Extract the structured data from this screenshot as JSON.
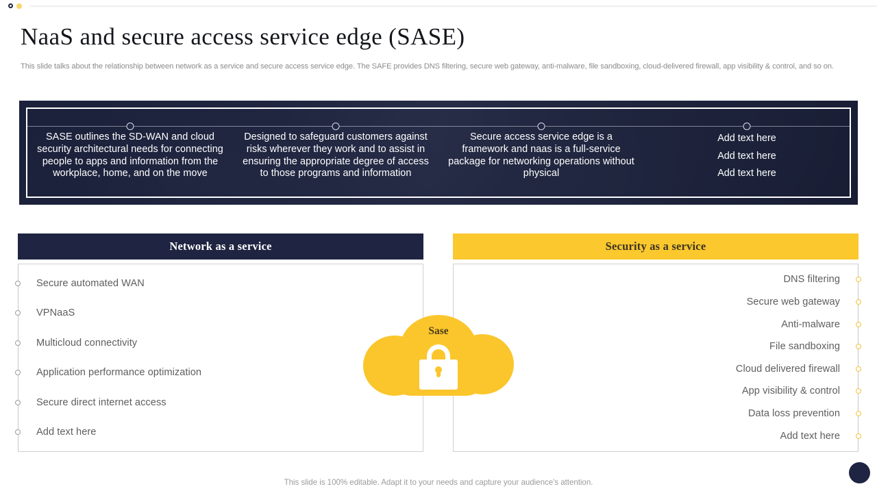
{
  "decor": {
    "ring_dot_color": "#1d2440",
    "solid_dot_color": "#f9d66c",
    "corner_blob_color": "#1e2441"
  },
  "header": {
    "title": "NaaS and secure access service edge (SASE)",
    "subtitle": "This slide talks about the relationship between network as a service and secure access service edge. The SAFE  provides DNS filtering, secure web gateway, anti-malware, file sandboxing, cloud-delivered firewall, app visibility & control, and so on."
  },
  "banner": {
    "background_color": "#1b2039",
    "border_color": "#ffffff",
    "columns": [
      {
        "text": "SASE outlines the SD-WAN and cloud security architectural needs for connecting people to apps and information from the workplace, home, and on the move"
      },
      {
        "text": "Designed to safeguard customers against risks wherever they work and to assist in ensuring the appropriate degree of access to those programs and information"
      },
      {
        "text": "Secure access service edge is a framework and naas is a full-service package for networking operations without physical"
      }
    ],
    "stacked_column": {
      "lines": [
        "Add text here",
        "Add text here",
        "Add text here"
      ]
    }
  },
  "panels": {
    "left": {
      "title": "Network as a service",
      "header_bg": "#1e2441",
      "header_color": "#ffffff",
      "items": [
        "Secure automated WAN",
        "VPNaaS",
        "Multicloud connectivity",
        "Application performance optimization",
        "Secure direct internet access",
        "Add text here"
      ]
    },
    "right": {
      "title": "Security as a service",
      "header_bg": "#fbc82e",
      "header_color": "#3b3320",
      "items": [
        "DNS filtering",
        "Secure web gateway",
        "Anti-malware",
        "File sandboxing",
        "Cloud delivered firewall",
        "App visibility & control",
        "Data loss prevention",
        "Add text here"
      ]
    }
  },
  "cloud": {
    "label": "Sase",
    "color": "#fbc62c",
    "icon": "padlock-icon"
  },
  "footer": {
    "note": "This slide is 100% editable. Adapt it to your needs and capture your audience's attention."
  }
}
